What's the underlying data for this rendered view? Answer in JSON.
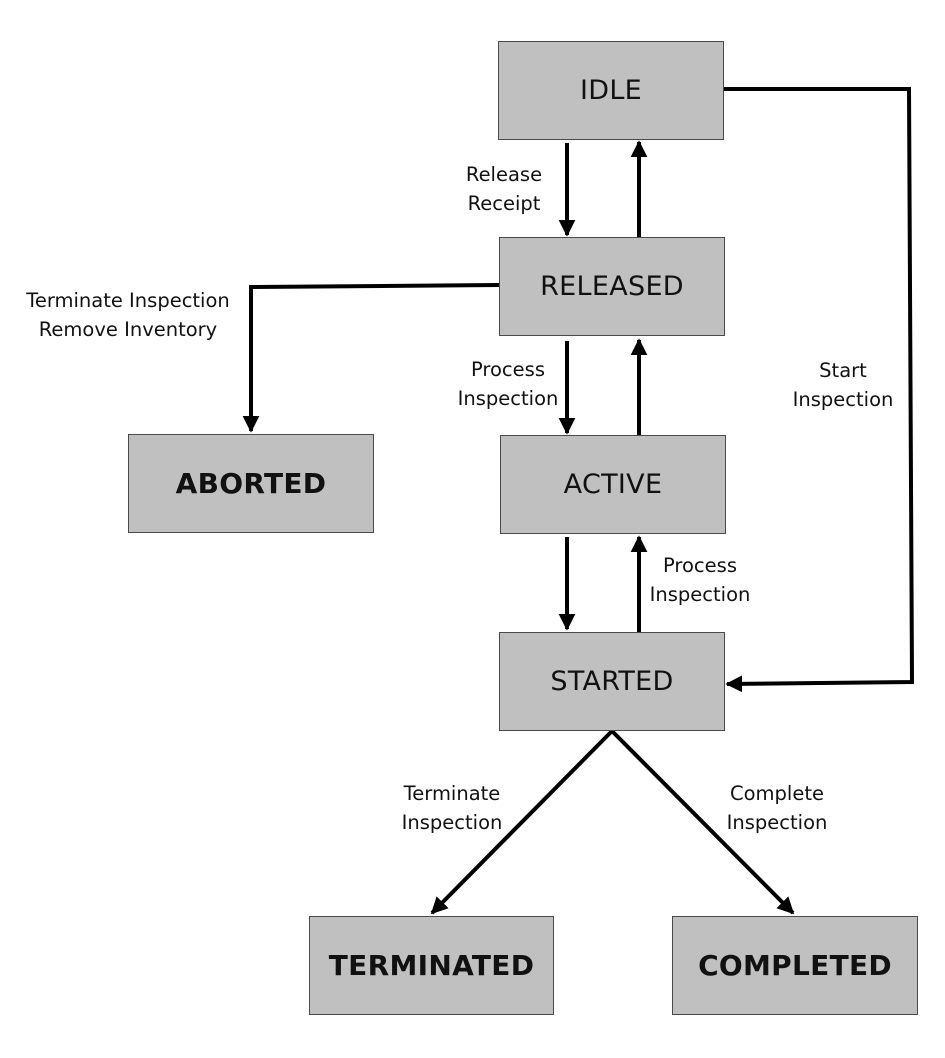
{
  "states": {
    "idle": "IDLE",
    "released": "RELEASED",
    "active": "ACTIVE",
    "started": "STARTED",
    "aborted": "ABORTED",
    "terminated": "TERMINATED",
    "completed": "COMPLETED"
  },
  "transitions": {
    "release_receipt": [
      "Release",
      "Receipt"
    ],
    "terminate_remove": [
      "Terminate Inspection",
      "Remove Inventory"
    ],
    "process_released_active": [
      "Process",
      "Inspection"
    ],
    "process_started_active": [
      "Process",
      "Inspection"
    ],
    "start_inspection": [
      "Start",
      "Inspection"
    ],
    "terminate_inspection": [
      "Terminate",
      "Inspection"
    ],
    "complete_inspection": [
      "Complete",
      "Inspection"
    ]
  },
  "colors": {
    "state_fill": "#c0c0c0",
    "state_border": "#4a4a4a",
    "line": "#000000",
    "text": "#111111"
  }
}
